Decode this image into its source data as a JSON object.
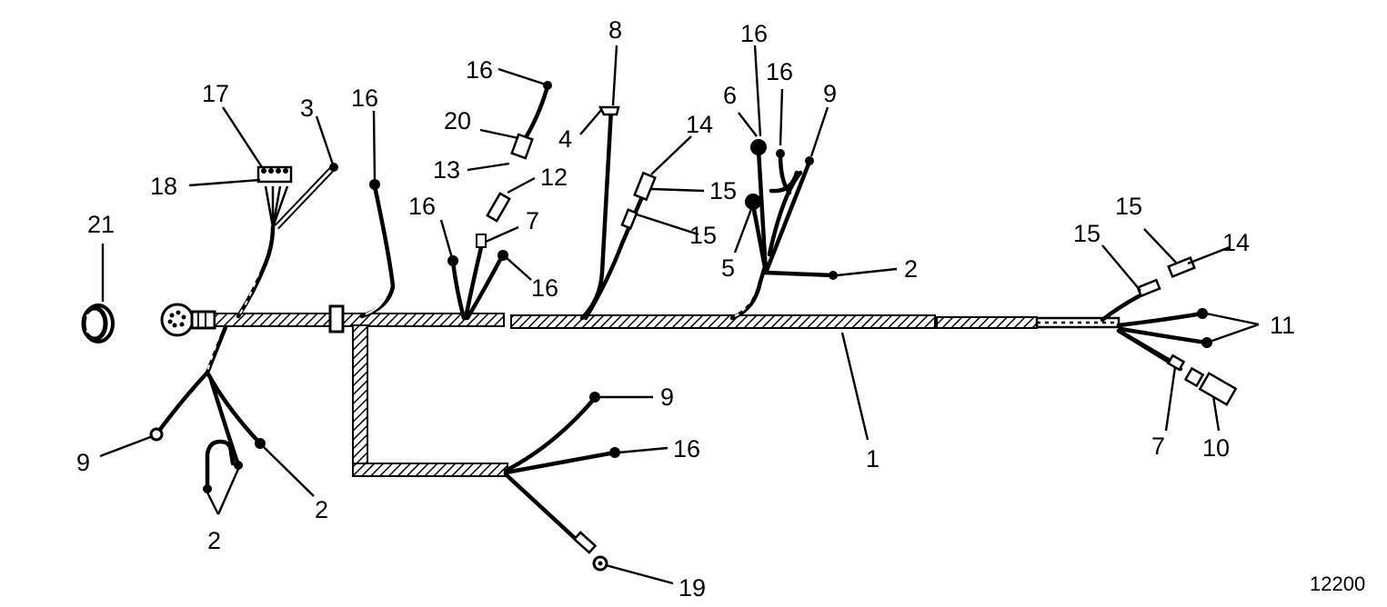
{
  "figure_code": "12200",
  "callouts": [
    {
      "id": "c17",
      "text": "17"
    },
    {
      "id": "c3",
      "text": "3"
    },
    {
      "id": "c18",
      "text": "18"
    },
    {
      "id": "c21",
      "text": "21"
    },
    {
      "id": "c16a",
      "text": "16"
    },
    {
      "id": "c16b",
      "text": "16"
    },
    {
      "id": "c20",
      "text": "20"
    },
    {
      "id": "c13",
      "text": "13"
    },
    {
      "id": "c12",
      "text": "12"
    },
    {
      "id": "c16c",
      "text": "16"
    },
    {
      "id": "c7a",
      "text": "7"
    },
    {
      "id": "c16d",
      "text": "16"
    },
    {
      "id": "c8",
      "text": "8"
    },
    {
      "id": "c4",
      "text": "4"
    },
    {
      "id": "c14a",
      "text": "14"
    },
    {
      "id": "c15a",
      "text": "15"
    },
    {
      "id": "c15b",
      "text": "15"
    },
    {
      "id": "c16e",
      "text": "16"
    },
    {
      "id": "c6",
      "text": "6"
    },
    {
      "id": "c16f",
      "text": "16"
    },
    {
      "id": "c9a",
      "text": "9"
    },
    {
      "id": "c5",
      "text": "5"
    },
    {
      "id": "c2a",
      "text": "2"
    },
    {
      "id": "c15c",
      "text": "15"
    },
    {
      "id": "c15d",
      "text": "15"
    },
    {
      "id": "c14b",
      "text": "14"
    },
    {
      "id": "c11",
      "text": "11"
    },
    {
      "id": "c7b",
      "text": "7"
    },
    {
      "id": "c10",
      "text": "10"
    },
    {
      "id": "c1",
      "text": "1"
    },
    {
      "id": "c9b",
      "text": "9"
    },
    {
      "id": "c16g",
      "text": "16"
    },
    {
      "id": "c19",
      "text": "19"
    },
    {
      "id": "c9c",
      "text": "9"
    },
    {
      "id": "c2b",
      "text": "2"
    },
    {
      "id": "c2c",
      "text": "2"
    }
  ]
}
